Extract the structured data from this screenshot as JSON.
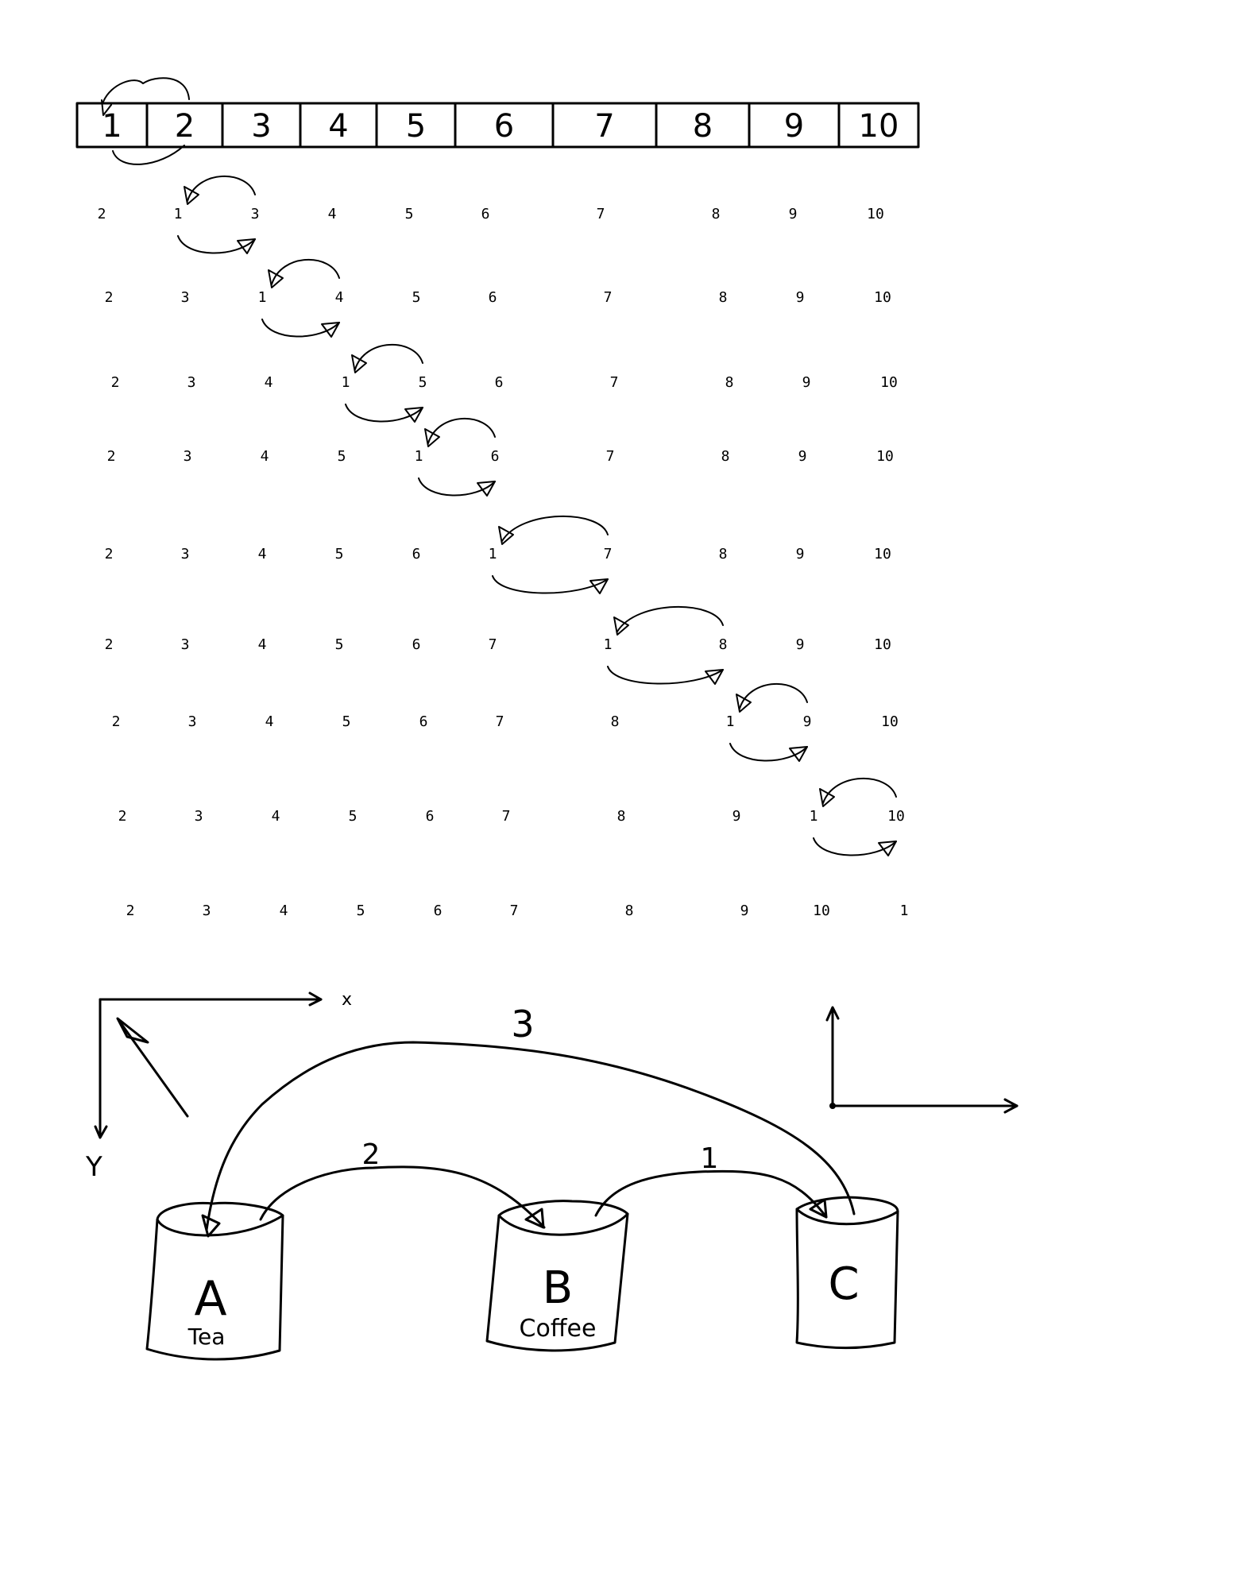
{
  "top_strip": {
    "cells": [
      "1",
      "2",
      "3",
      "4",
      "5",
      "6",
      "7",
      "8",
      "9",
      "10"
    ]
  },
  "sequence_rows": [
    [
      "2",
      "1",
      "3",
      "4",
      "5",
      "6",
      "7",
      "8",
      "9",
      "10"
    ],
    [
      "2",
      "3",
      "1",
      "4",
      "5",
      "6",
      "7",
      "8",
      "9",
      "10"
    ],
    [
      "2",
      "3",
      "4",
      "1",
      "5",
      "6",
      "7",
      "8",
      "9",
      "10"
    ],
    [
      "2",
      "3",
      "4",
      "5",
      "1",
      "6",
      "7",
      "8",
      "9",
      "10"
    ],
    [
      "2",
      "3",
      "4",
      "5",
      "6",
      "1",
      "7",
      "8",
      "9",
      "10"
    ],
    [
      "2",
      "3",
      "4",
      "5",
      "6",
      "7",
      "1",
      "8",
      "9",
      "10"
    ],
    [
      "2",
      "3",
      "4",
      "5",
      "6",
      "7",
      "8",
      "1",
      "9",
      "10"
    ],
    [
      "2",
      "3",
      "4",
      "5",
      "6",
      "7",
      "8",
      "9",
      "1",
      "10"
    ],
    [
      "2",
      "3",
      "4",
      "5",
      "6",
      "7",
      "8",
      "9",
      "10",
      "1"
    ]
  ],
  "axes_left": {
    "x_label": "x",
    "y_label": "Y"
  },
  "buckets": [
    {
      "letter": "A",
      "caption": "Tea"
    },
    {
      "letter": "B",
      "caption": "Coffee"
    },
    {
      "letter": "C",
      "caption": ""
    }
  ],
  "moves": [
    {
      "label": "3",
      "from": "C",
      "to": "A"
    },
    {
      "label": "2",
      "from": "A",
      "to": "B"
    },
    {
      "label": "1",
      "from": "B",
      "to": "C"
    }
  ]
}
